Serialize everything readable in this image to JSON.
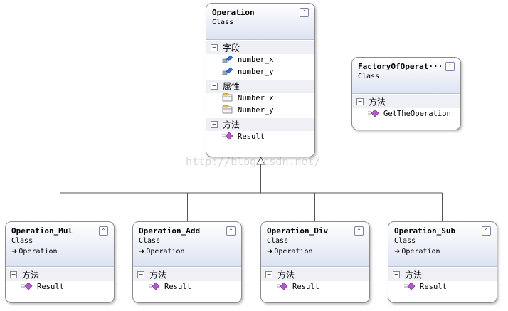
{
  "watermark": "http://blog.csdn.net/",
  "classes": {
    "operation": {
      "name": "Operation",
      "kind": "Class",
      "sections": {
        "fields": {
          "label": "字段",
          "members": [
            "number_x",
            "number_y"
          ]
        },
        "properties": {
          "label": "属性",
          "members": [
            "Number_x",
            "Number_y"
          ]
        },
        "methods": {
          "label": "方法",
          "members": [
            "Result"
          ]
        }
      }
    },
    "factory": {
      "name": "FactoryOfOperat···",
      "kind": "Class",
      "methods": {
        "label": "方法",
        "members": [
          "GetTheOperation"
        ]
      }
    },
    "mul": {
      "name": "Operation_Mul",
      "kind": "Class",
      "base": "Operation",
      "methods": {
        "label": "方法",
        "members": [
          "Result"
        ]
      }
    },
    "add": {
      "name": "Operation_Add",
      "kind": "Class",
      "base": "Operation",
      "methods": {
        "label": "方法",
        "members": [
          "Result"
        ]
      }
    },
    "div": {
      "name": "Operation_Div",
      "kind": "Class",
      "base": "Operation",
      "methods": {
        "label": "方法",
        "members": [
          "Result"
        ]
      }
    },
    "sub": {
      "name": "Operation_Sub",
      "kind": "Class",
      "base": "Operation",
      "methods": {
        "label": "方法",
        "members": [
          "Result"
        ]
      }
    }
  },
  "icons": {
    "field": "field-icon",
    "property": "property-icon",
    "method": "method-icon",
    "collapse": "double-chevron-up-icon",
    "inherit": "inheritance-arrow-icon"
  },
  "colors": {
    "header_gradient_end": "#dde3f2",
    "method_icon": "#b05ac8",
    "field_icon": "#2f6fd6",
    "line": "#555555"
  }
}
